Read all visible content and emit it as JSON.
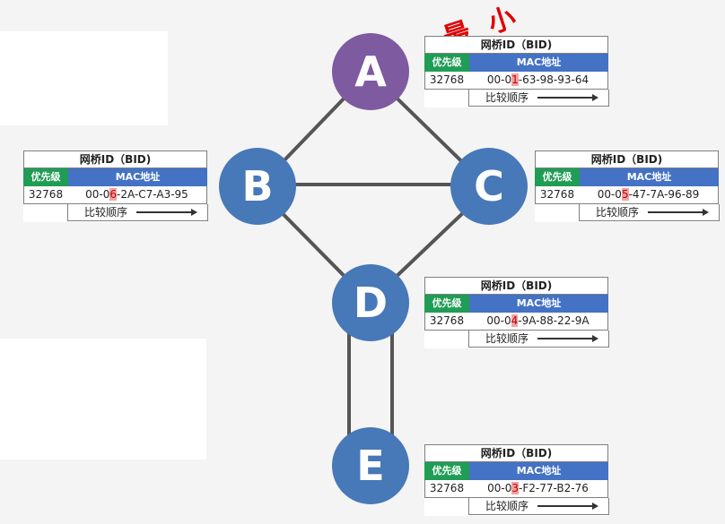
{
  "title_mark": "最 小",
  "nodes": [
    {
      "id": "A",
      "label": "A"
    },
    {
      "id": "B",
      "label": "B"
    },
    {
      "id": "C",
      "label": "C"
    },
    {
      "id": "D",
      "label": "D"
    },
    {
      "id": "E",
      "label": "E"
    }
  ],
  "bid_header": "网桥ID（BID)",
  "priority_label": "优先级",
  "mac_label": "MAC地址",
  "order_label": "比较顺序",
  "tables": {
    "A": {
      "priority": "32768",
      "mac_pre": "00-0",
      "mac_hl": "1",
      "mac_post": "-63-98-93-64"
    },
    "B": {
      "priority": "32768",
      "mac_pre": "00-0",
      "mac_hl": "6",
      "mac_post": "-2A-C7-A3-95"
    },
    "C": {
      "priority": "32768",
      "mac_pre": "00-0",
      "mac_hl": "5",
      "mac_post": "-47-7A-96-89"
    },
    "D": {
      "priority": "32768",
      "mac_pre": "00-0",
      "mac_hl": "4",
      "mac_post": "-9A-88-22-9A"
    },
    "E": {
      "priority": "32768",
      "mac_pre": "00-0",
      "mac_hl": "3",
      "mac_post": "-F2-77-B2-76"
    }
  },
  "colors": {
    "root": "#7e5aa0",
    "node": "#4778b8",
    "priority": "#1f9d55",
    "mac": "#4472c4",
    "highlight": "#c00000"
  }
}
